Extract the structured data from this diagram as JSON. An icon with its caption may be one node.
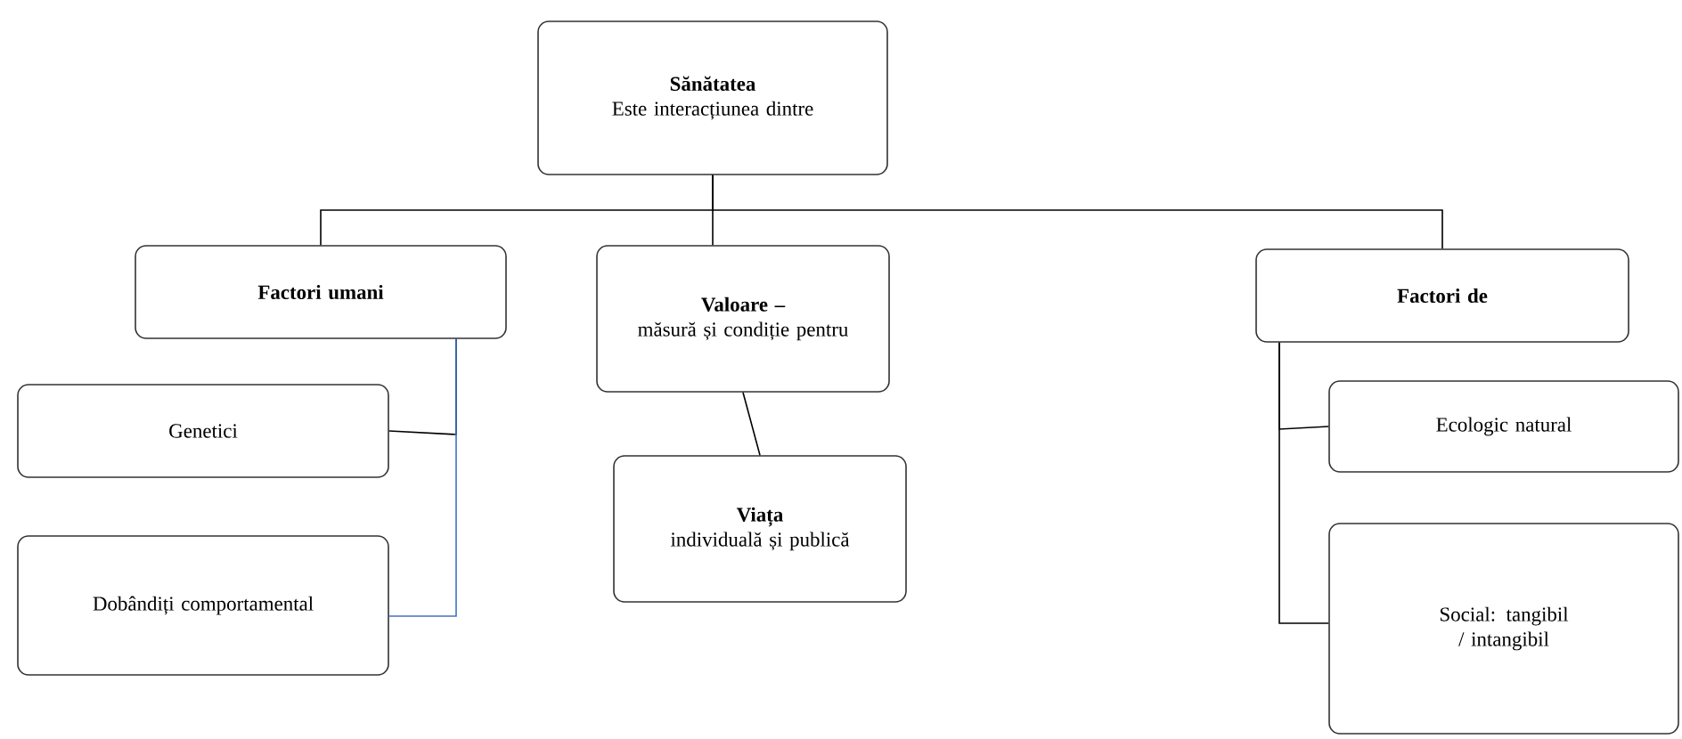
{
  "diagram": {
    "nodes": [
      {
        "text": [
          "Sănătatea",
          "Este interacțiunea dintre"
        ]
      },
      {
        "text": [
          "Factori umani"
        ]
      },
      {
        "text": [
          "Valoare –",
          "măsură și condiție pentru"
        ]
      },
      {
        "text": [
          "Factori de"
        ]
      },
      {
        "text": [
          "Genetici"
        ]
      },
      {
        "text": [
          "Dobândiți comportamental"
        ]
      },
      {
        "text": [
          "Viața",
          "individuală și publică"
        ]
      },
      {
        "text": [
          "Ecologic natural"
        ]
      },
      {
        "text": [
          "Social: tangibil / intangibil"
        ]
      }
    ],
    "edges": [
      {
        "from": 0,
        "to": 1,
        "arrow": "none"
      },
      {
        "from": 0,
        "to": 2,
        "arrow": "none"
      },
      {
        "from": 0,
        "to": 3,
        "arrow": "none"
      },
      {
        "from": 1,
        "to": 4,
        "arrow": "none"
      },
      {
        "from": 1,
        "to": 5,
        "arrow": "none",
        "color": "#4472c4"
      },
      {
        "from": 2,
        "to": 6,
        "arrow": "none"
      },
      {
        "from": 3,
        "to": 7,
        "arrow": "none"
      },
      {
        "from": 3,
        "to": 8,
        "arrow": "none"
      }
    ]
  }
}
